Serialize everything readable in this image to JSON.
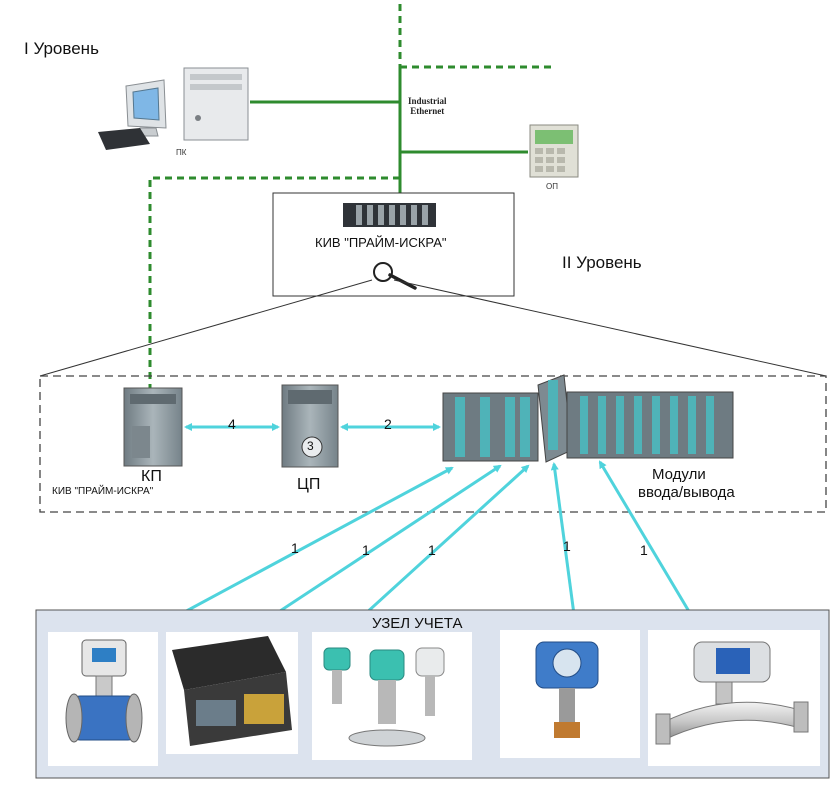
{
  "levels": {
    "level1": "I Уровень",
    "level2": "II Уровень"
  },
  "network": {
    "line1": "Industrial",
    "line2": "Ethernet"
  },
  "top": {
    "pc_label": "ПК",
    "op_label": "ОП",
    "kiv_label": "КИВ \"ПРАЙМ-ИСКРА\""
  },
  "rack": {
    "kp_label": "КП",
    "kp_sub": "КИВ \"ПРАЙМ-ИСКРА\"",
    "cpu_label": "ЦП",
    "cpu_badge": "3",
    "io_line1": "Модули",
    "io_line2": "ввода/вывода",
    "link_kp_cpu": "4",
    "link_cpu_io": "2"
  },
  "field_links": [
    "1",
    "1",
    "1",
    "1",
    "1"
  ],
  "metering": {
    "title": "УЗЕЛ УЧЕТА"
  },
  "colors": {
    "ethernet": "#2e8b2e",
    "link": "#4fd3dc",
    "panel": "#dce3ee",
    "module": "#8f9aa0"
  }
}
